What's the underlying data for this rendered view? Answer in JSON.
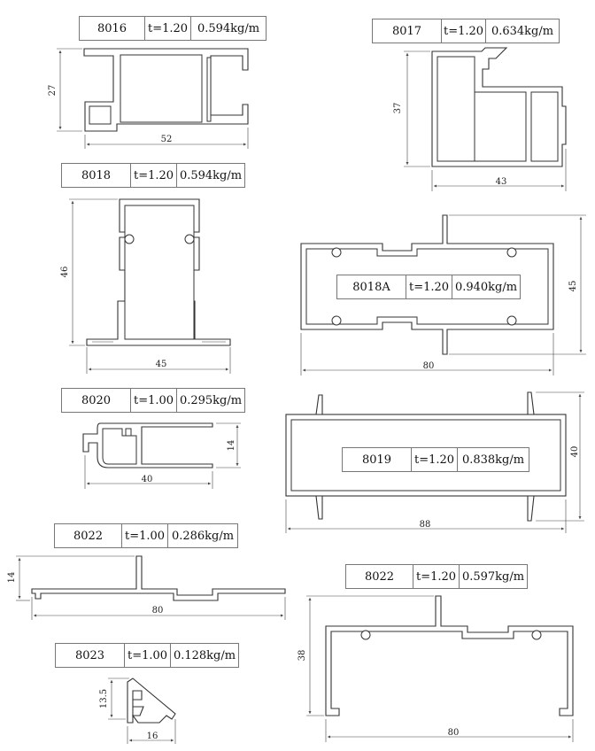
{
  "profiles": [
    {
      "code": "8016",
      "thickness": "t=1.20",
      "weight": "0.594kg/m",
      "width": "52",
      "height": "27"
    },
    {
      "code": "8017",
      "thickness": "t=1.20",
      "weight": "0.634kg/m",
      "width": "43",
      "height": "37"
    },
    {
      "code": "8018",
      "thickness": "t=1.20",
      "weight": "0.594kg/m",
      "width": "45",
      "height": "46"
    },
    {
      "code": "8018A",
      "thickness": "t=1.20",
      "weight": "0.940kg/m",
      "width": "80",
      "height": "45"
    },
    {
      "code": "8020",
      "thickness": "t=1.00",
      "weight": "0.295kg/m",
      "width": "40",
      "height": "14"
    },
    {
      "code": "8019",
      "thickness": "t=1.20",
      "weight": "0.838kg/m",
      "width": "88",
      "height": "40"
    },
    {
      "code": "8022",
      "thickness": "t=1.00",
      "weight": "0.286kg/m",
      "width": "80",
      "height": "14"
    },
    {
      "code": "8022",
      "thickness": "t=1.20",
      "weight": "0.597kg/m",
      "width": "80",
      "height": "38"
    },
    {
      "code": "8023",
      "thickness": "t=1.00",
      "weight": "0.128kg/m",
      "width": "16",
      "height": "13.5"
    }
  ]
}
